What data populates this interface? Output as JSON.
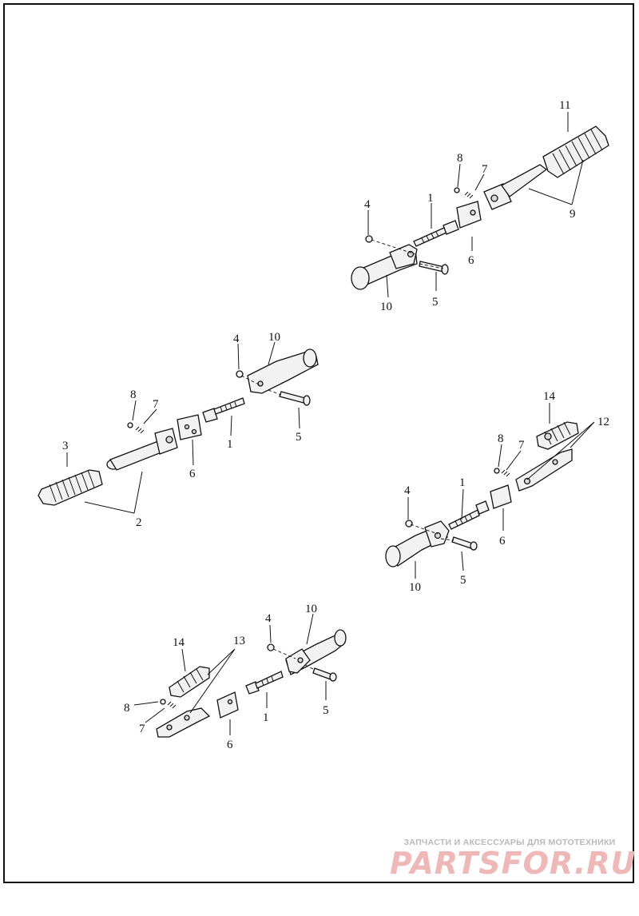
{
  "diagram": {
    "callouts": [
      "1",
      "2",
      "3",
      "4",
      "5",
      "6",
      "7",
      "8",
      "9",
      "10",
      "11",
      "12",
      "13",
      "14"
    ]
  },
  "watermark": {
    "tagline": "ЗАПЧАСТИ И АКСЕССУАРЫ ДЛЯ МОТОТЕХНИКИ",
    "brand": "PARTSFOR.RU"
  }
}
